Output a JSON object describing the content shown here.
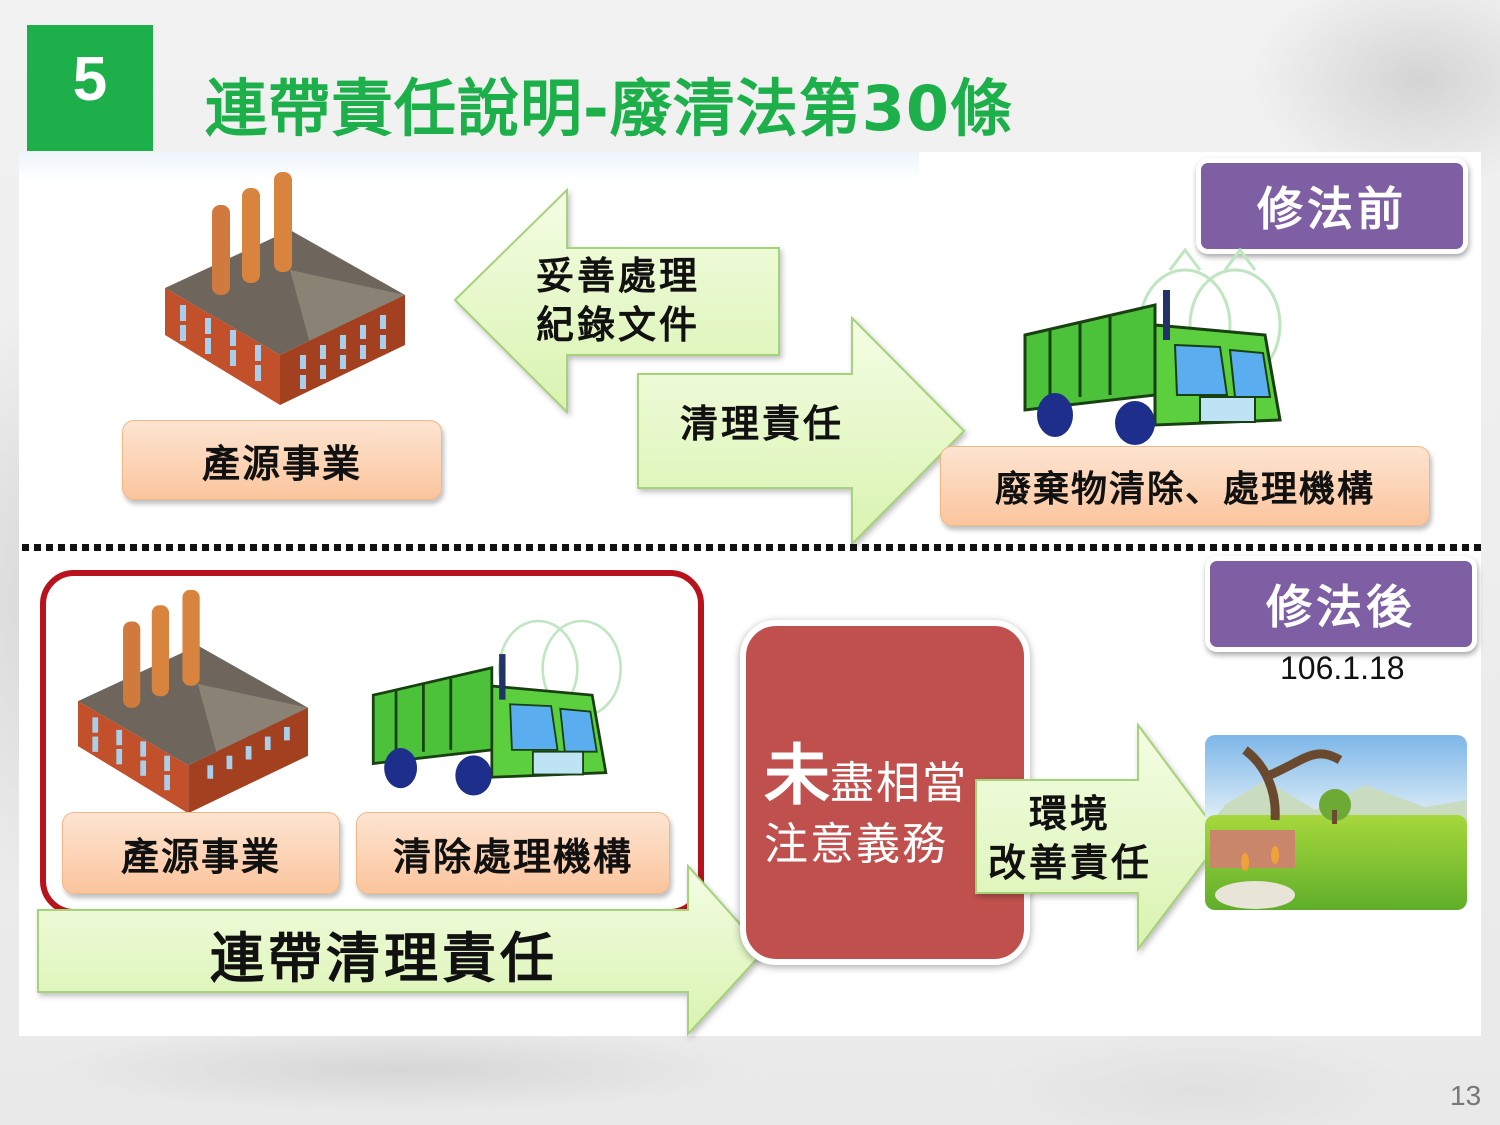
{
  "slide": {
    "section_number": "5",
    "title": "連帶責任說明-廢清法第30條",
    "page_number": "13"
  },
  "colors": {
    "title_green": "#1db04a",
    "badge_purple": "#7e5fa4",
    "arrow_green_light": "#eefbd8",
    "arrow_green_border": "#9ccf6a",
    "box_orange": "#fbc59d",
    "frame_red": "#b8131c",
    "duty_red": "#c0504d"
  },
  "before": {
    "badge": "修法前",
    "generator_label": "產源事業",
    "facility_label": "廢棄物清除、處理機構",
    "left_arrow": {
      "line1": "妥善處理",
      "line2": "紀錄文件"
    },
    "right_arrow": {
      "label": "清理責任"
    },
    "icons": [
      "factory-icon",
      "garbage-truck-icon",
      "garbage-bags-icon"
    ]
  },
  "after": {
    "badge": "修法後",
    "date": "106.1.18",
    "generator_label": "產源事業",
    "facility_label": "清除處理機構",
    "joint_arrow": {
      "label": "連帶清理責任"
    },
    "duty_box": {
      "emphasis": "未",
      "line1_rest": "盡相當",
      "line2": "注意義務"
    },
    "env_arrow": {
      "line1": "環境",
      "line2": "改善責任"
    },
    "icons": [
      "factory-icon",
      "garbage-truck-icon",
      "garbage-bags-icon",
      "landscape-icon"
    ]
  }
}
